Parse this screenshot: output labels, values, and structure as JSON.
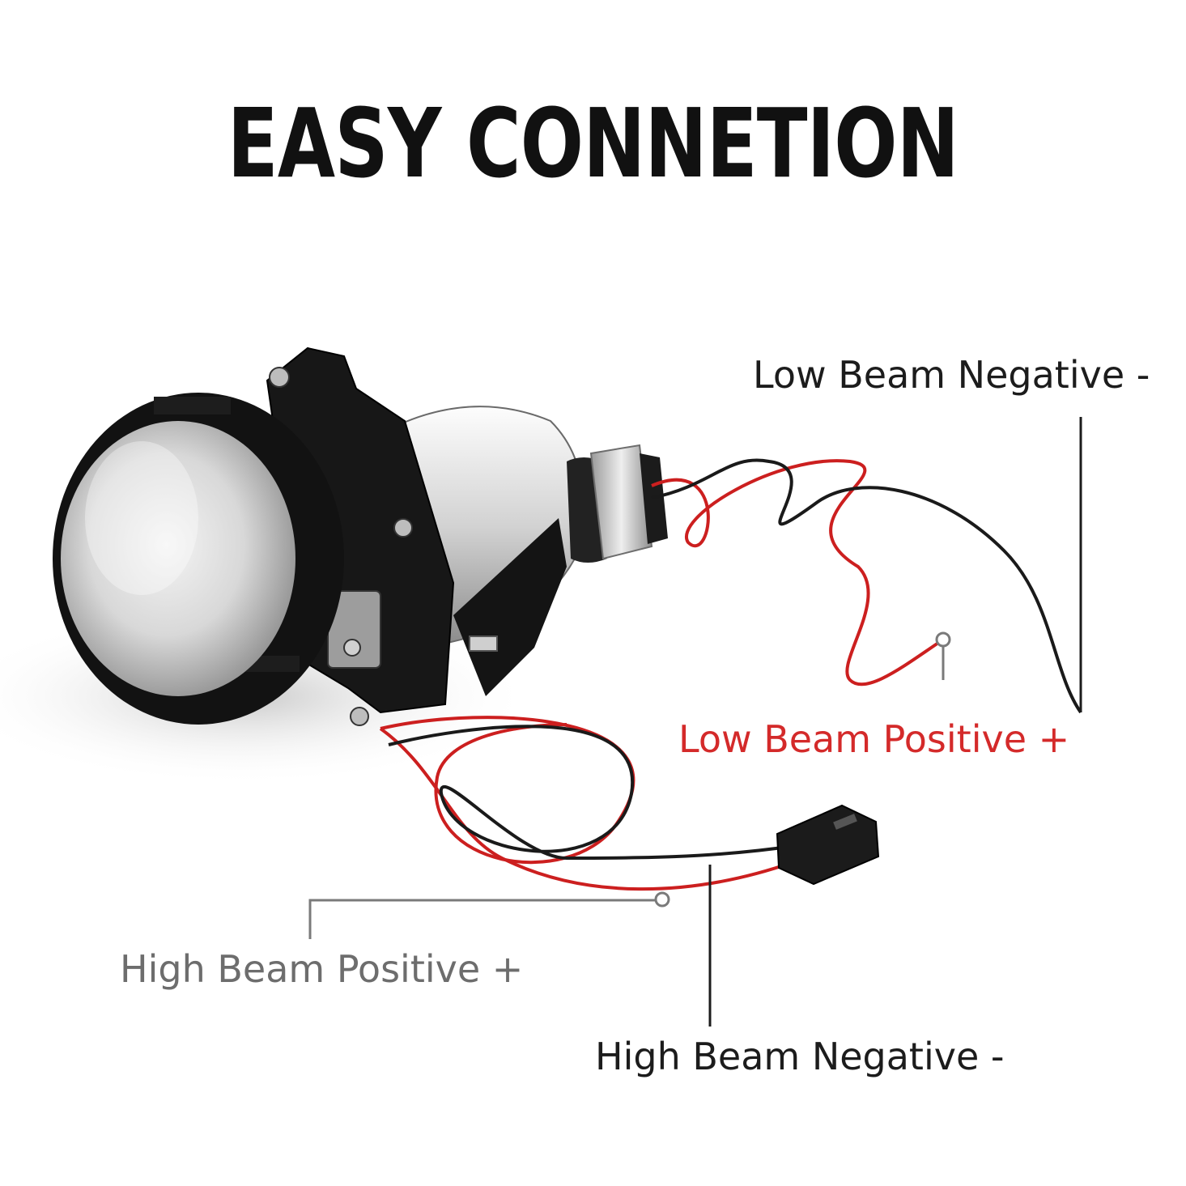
{
  "title": "EASY CONNETION",
  "labels": {
    "low_beam_negative": "Low Beam Negative -",
    "low_beam_positive": "Low Beam Positive +",
    "high_beam_positive": "High Beam Positive +",
    "high_beam_negative": "High Beam Negative -"
  },
  "colors": {
    "title": "#111111",
    "positive_red": "#d42a2a",
    "neutral_gray": "#6d6d6d",
    "negative_black": "#1c1c1c"
  },
  "product": "bi-led-projector-headlight-lens"
}
